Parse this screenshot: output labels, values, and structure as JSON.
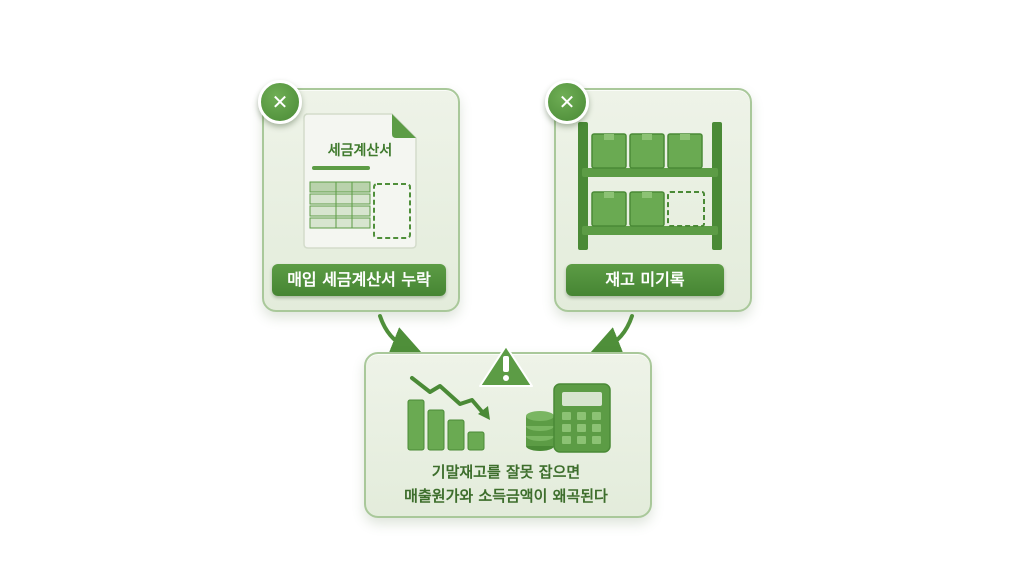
{
  "left_card": {
    "document_title": "세금계산서",
    "label": "매입 세금계산서 누락",
    "badge_icon": "close-icon"
  },
  "right_card": {
    "label": "재고 미기록",
    "badge_icon": "close-icon"
  },
  "bottom_card": {
    "caption_line1": "기말재고를 잘못 잡으면",
    "caption_line2": "매출원가와 소득금액이 왜곡된다",
    "warning_icon": "warning-triangle-icon"
  },
  "colors": {
    "accent": "#4f8f3a",
    "card_bg": "#e8efe1",
    "card_border": "#a9c89a",
    "text_green": "#3d6e2c"
  }
}
